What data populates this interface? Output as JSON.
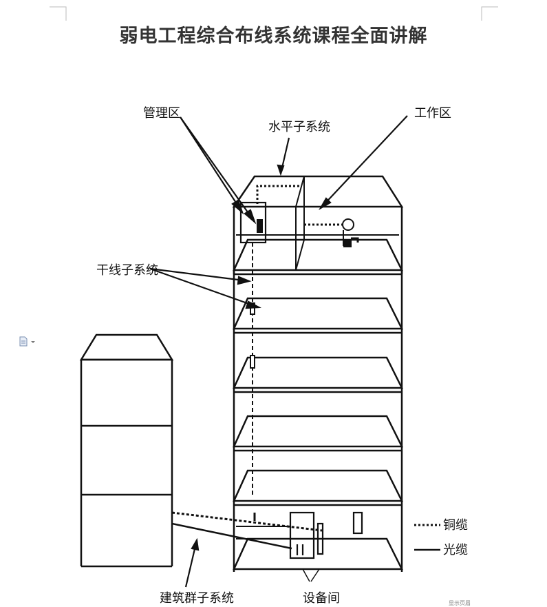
{
  "document": {
    "title": "弱电工程综合布线系统课程全面讲解",
    "footer_text": "显示页眉"
  },
  "diagram": {
    "labels": {
      "management": "管理区",
      "horizontal": "水平子系统",
      "work_area": "工作区",
      "backbone": "干线子系统",
      "campus": "建筑群子系统",
      "equipment_room": "设备间"
    },
    "legend": {
      "copper": "铜缆",
      "fiber": "光缆"
    }
  }
}
